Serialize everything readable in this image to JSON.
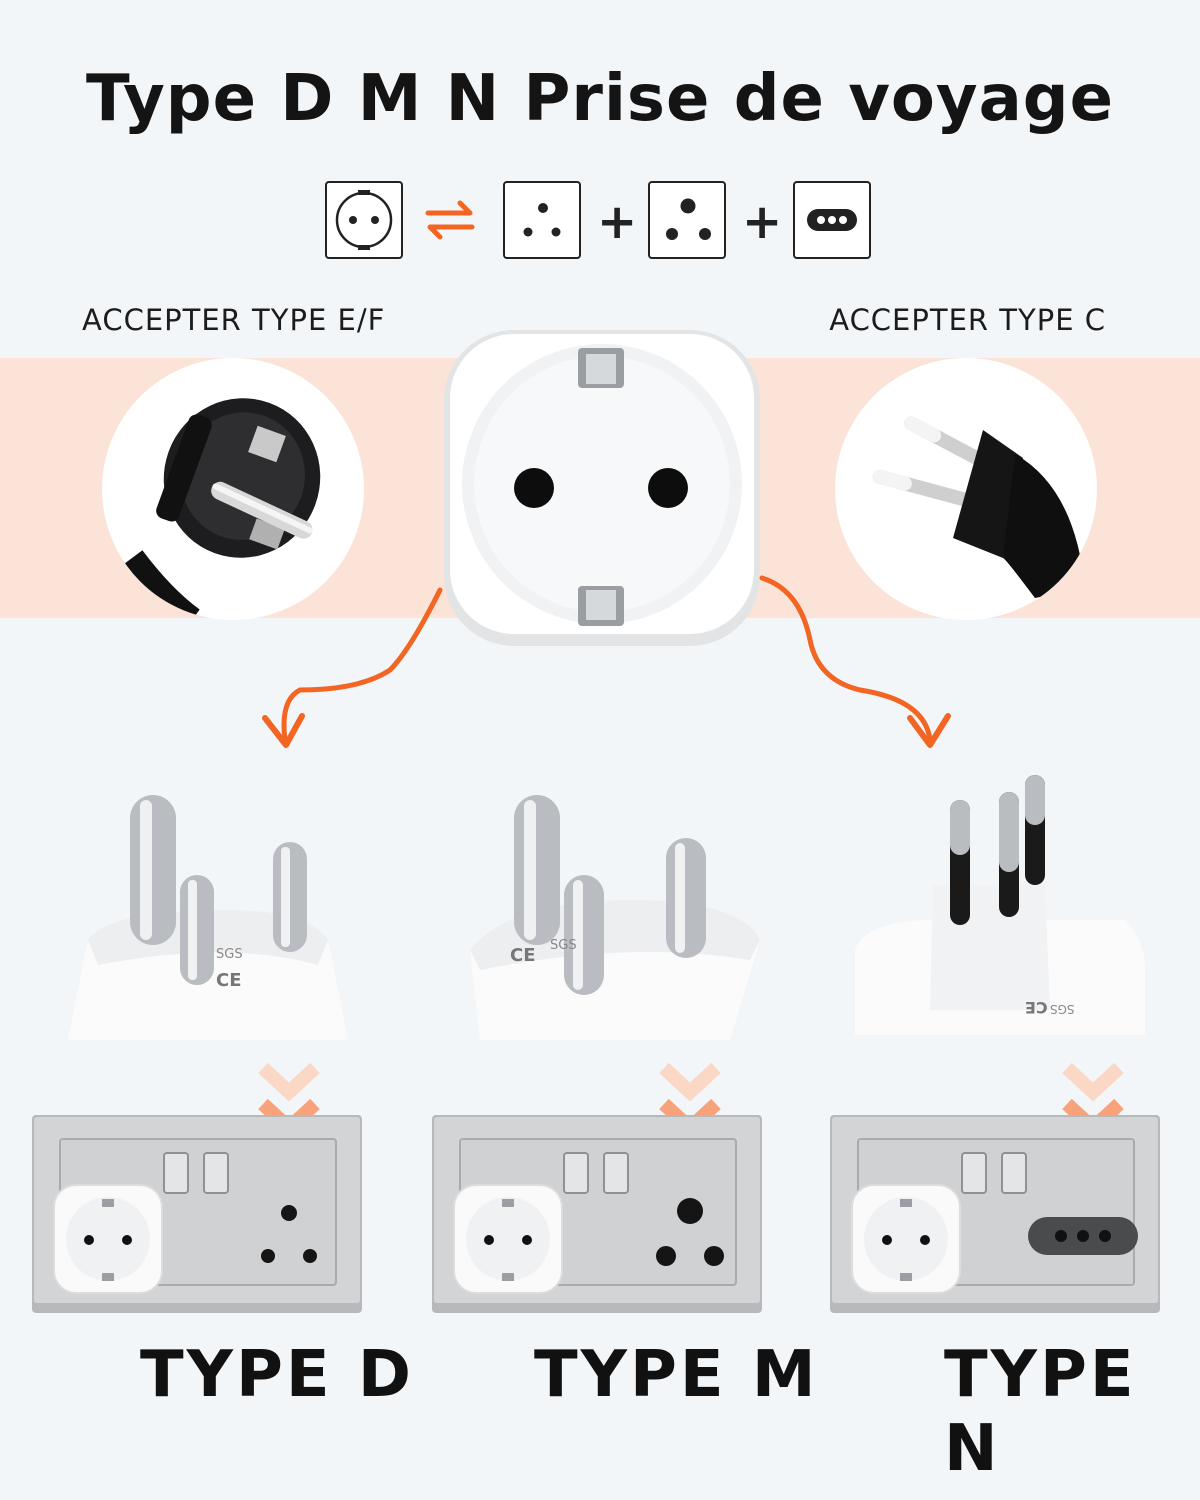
{
  "title": "Type D M N Prise de voyage",
  "accept_left": "ACCEPTER TYPE E/F",
  "accept_right": "ACCEPTER TYPE C",
  "symbols": {
    "swap": "swap-arrows-icon",
    "plus": "+"
  },
  "types": [
    {
      "label": "TYPE D"
    },
    {
      "label": "TYPE M"
    },
    {
      "label": "TYPE N"
    }
  ],
  "plug_marks": {
    "ce": "CE",
    "sgs": "SGS"
  },
  "colors": {
    "accent": "#f26522",
    "band": "#fbe3d7",
    "text": "#141414",
    "plate": "#c8cacc"
  }
}
